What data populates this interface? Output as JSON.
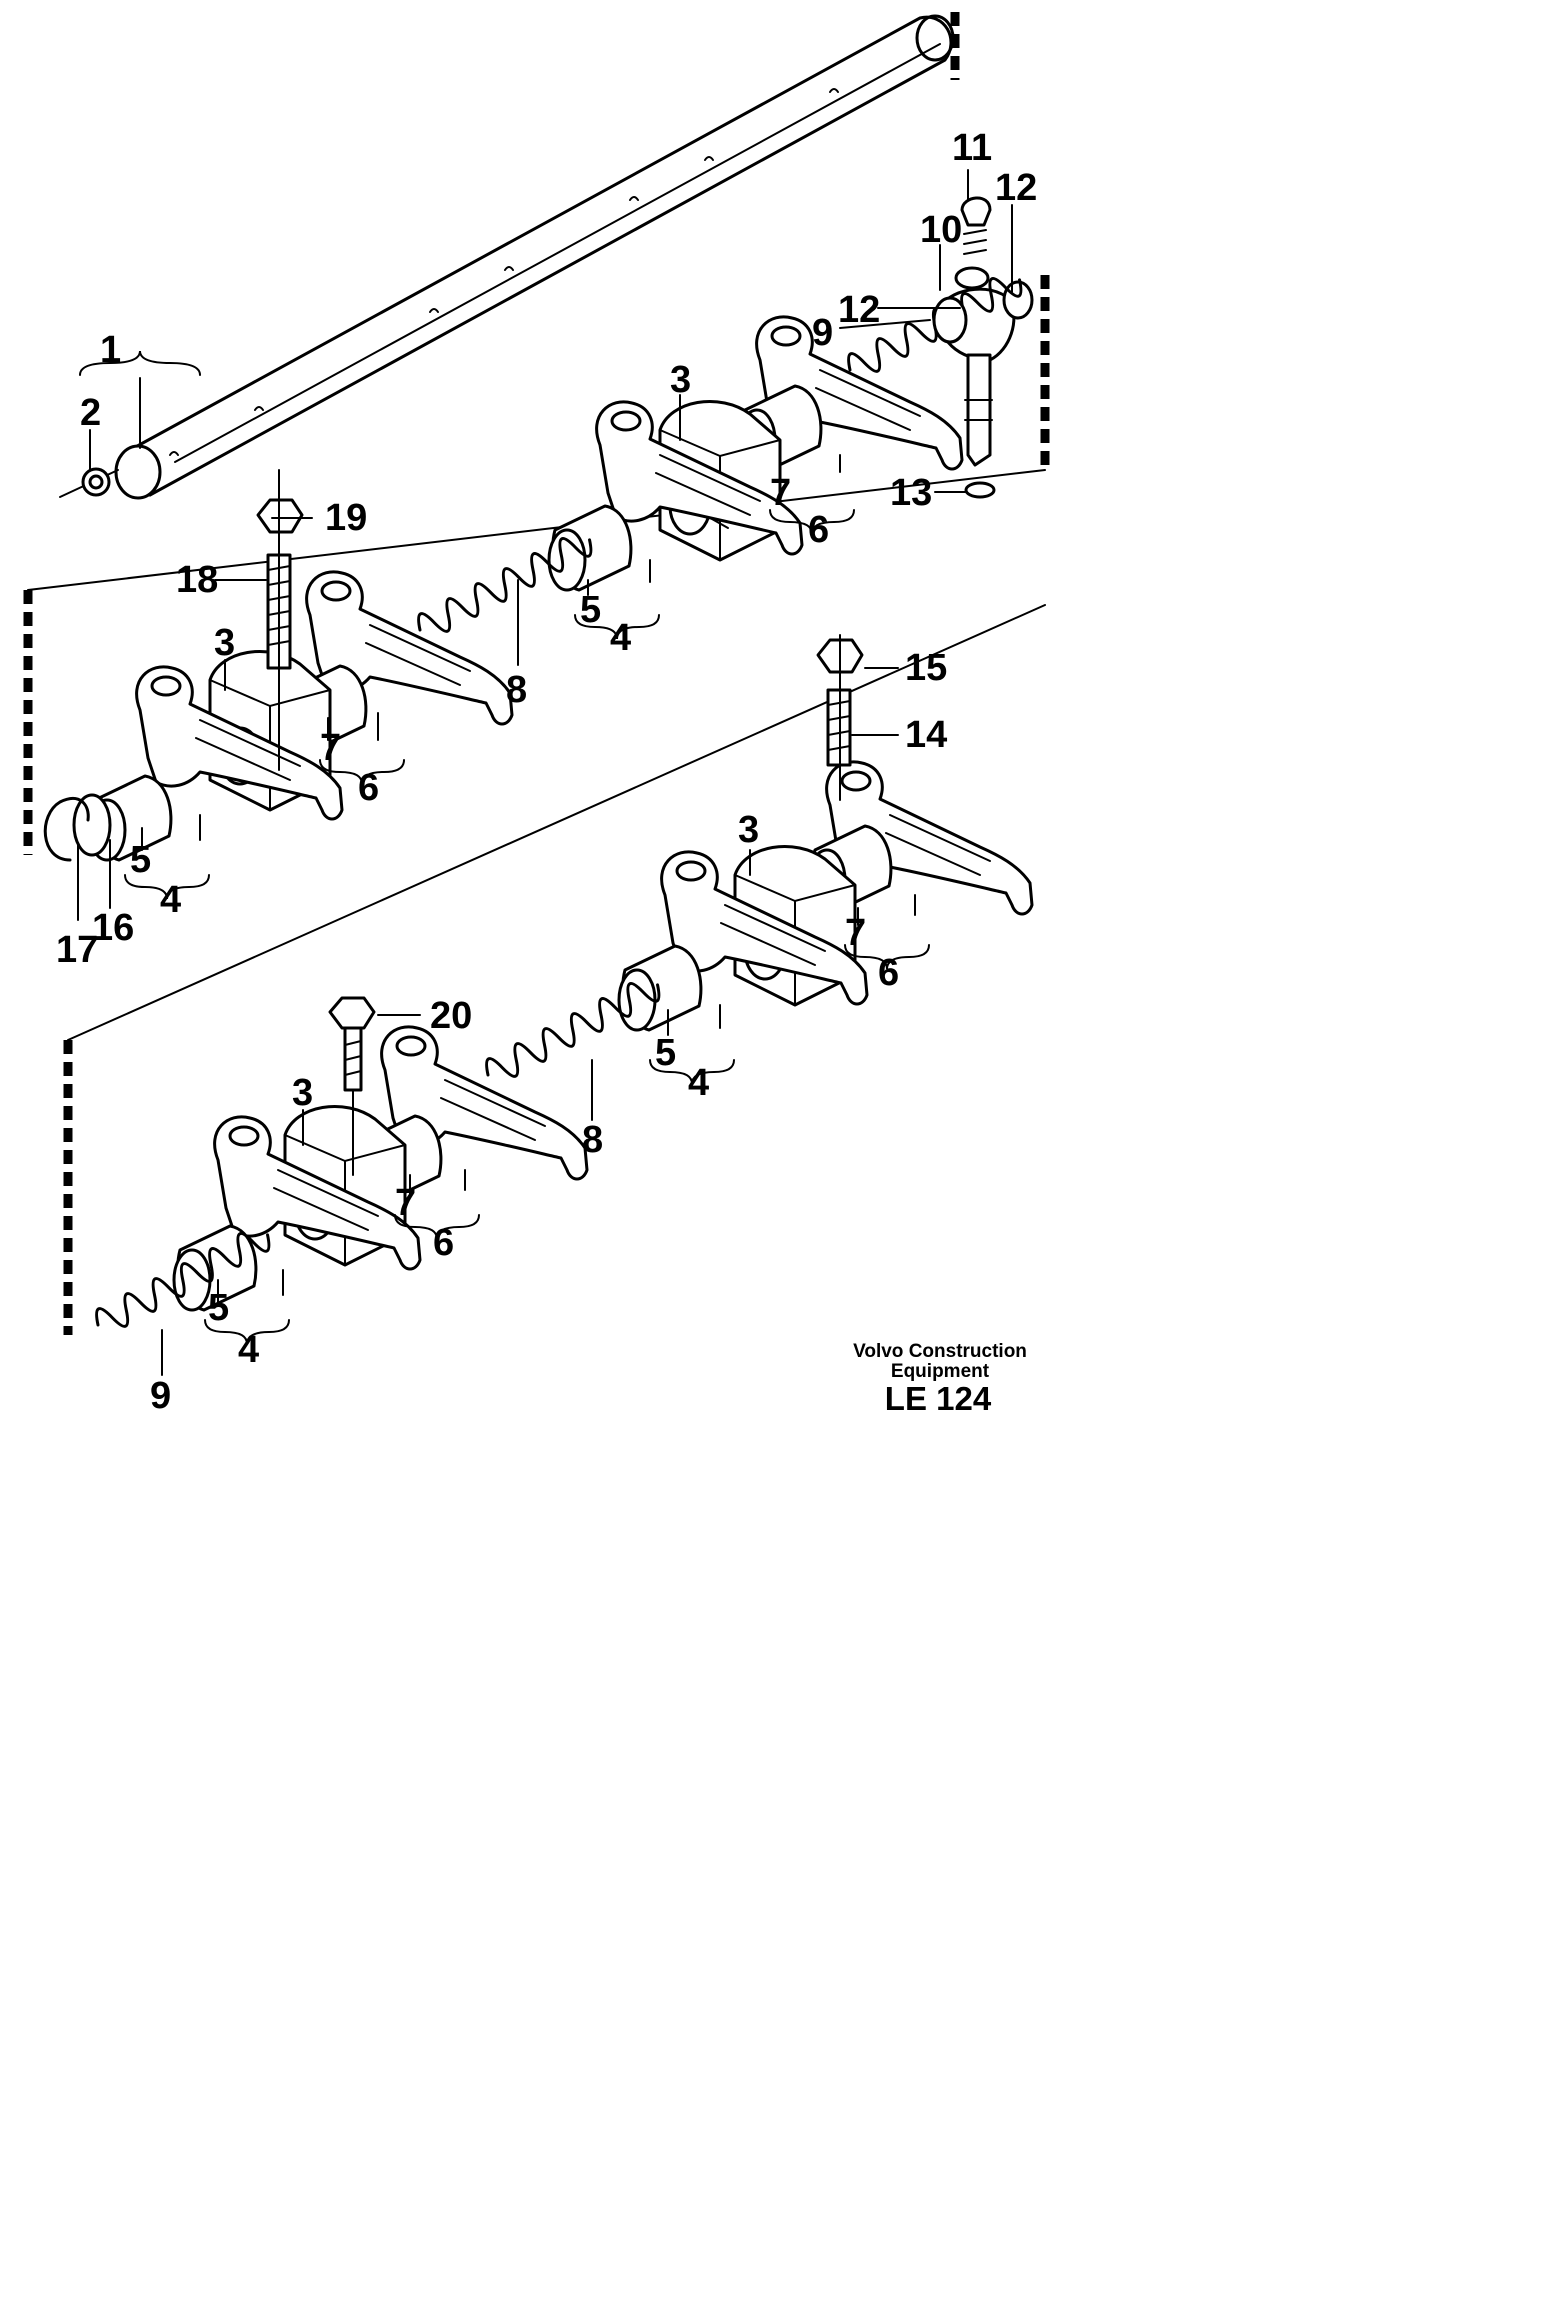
{
  "callouts": {
    "c1": "1",
    "c2": "2",
    "c3a": "3",
    "c3b": "3",
    "c3c": "3",
    "c3d": "3",
    "c4a": "4",
    "c4b": "4",
    "c4c": "4",
    "c4d": "4",
    "c5a": "5",
    "c5b": "5",
    "c5c": "5",
    "c5d": "5",
    "c6a": "6",
    "c6b": "6",
    "c6c": "6",
    "c6d": "6",
    "c7a": "7",
    "c7b": "7",
    "c7c": "7",
    "c7d": "7",
    "c8a": "8",
    "c8b": "8",
    "c9a": "9",
    "c9b": "9",
    "c10": "10",
    "c11": "11",
    "c12a": "12",
    "c12b": "12",
    "c13": "13",
    "c14": "14",
    "c15": "15",
    "c16": "16",
    "c17": "17",
    "c18": "18",
    "c19": "19",
    "c20": "20"
  },
  "footer": {
    "company_line1": "Volvo Construction",
    "company_line2": "Equipment",
    "code": "LE 124"
  }
}
